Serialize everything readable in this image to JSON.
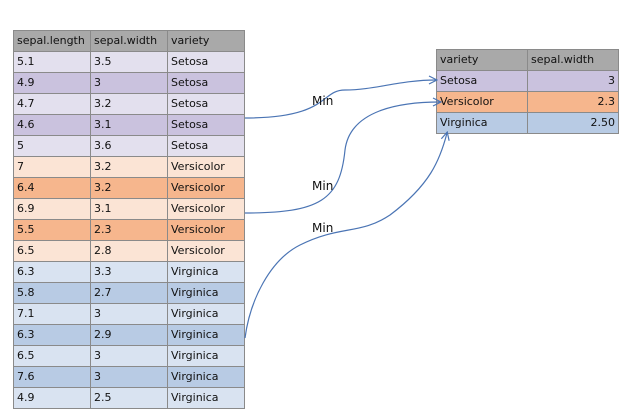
{
  "source_table": {
    "headers": [
      "sepal.length",
      "sepal.width",
      "variety"
    ],
    "rows": [
      [
        "5.1",
        "3.5",
        "Setosa"
      ],
      [
        "4.9",
        "3",
        "Setosa"
      ],
      [
        "4.7",
        "3.2",
        "Setosa"
      ],
      [
        "4.6",
        "3.1",
        "Setosa"
      ],
      [
        "5",
        "3.6",
        "Setosa"
      ],
      [
        "7",
        "3.2",
        "Versicolor"
      ],
      [
        "6.4",
        "3.2",
        "Versicolor"
      ],
      [
        "6.9",
        "3.1",
        "Versicolor"
      ],
      [
        "5.5",
        "2.3",
        "Versicolor"
      ],
      [
        "6.5",
        "2.8",
        "Versicolor"
      ],
      [
        "6.3",
        "3.3",
        "Virginica"
      ],
      [
        "5.8",
        "2.7",
        "Virginica"
      ],
      [
        "7.1",
        "3",
        "Virginica"
      ],
      [
        "6.3",
        "2.9",
        "Virginica"
      ],
      [
        "6.5",
        "3",
        "Virginica"
      ],
      [
        "7.6",
        "3",
        "Virginica"
      ],
      [
        "4.9",
        "2.5",
        "Virginica"
      ]
    ],
    "row_styles": [
      "setosa-a",
      "setosa-b",
      "setosa-a",
      "setosa-b",
      "setosa-a",
      "versi-a",
      "versi-b",
      "versi-a",
      "versi-b",
      "versi-a",
      "virg-a",
      "virg-b",
      "virg-a",
      "virg-b",
      "virg-a",
      "virg-b",
      "virg-a"
    ]
  },
  "result_table": {
    "headers": [
      "variety",
      "sepal.width"
    ],
    "rows": [
      [
        "Setosa",
        "3"
      ],
      [
        "Versicolor",
        "2.3"
      ],
      [
        "Virginica",
        "2.50"
      ]
    ],
    "row_styles": [
      "setosa-b",
      "versi-b",
      "virg-b"
    ]
  },
  "arrows": [
    {
      "label": "Min"
    },
    {
      "label": "Min"
    },
    {
      "label": "Min"
    }
  ],
  "colors": {
    "setosa_light": "#e3e0ee",
    "setosa_dark": "#cac2de",
    "versicolor_light": "#fbe4d5",
    "versicolor_dark": "#f6b68d",
    "virginica_light": "#d9e3f1",
    "virginica_dark": "#b8cbe4",
    "header": "#a9a9a9",
    "arrow": "#4a74b4"
  }
}
